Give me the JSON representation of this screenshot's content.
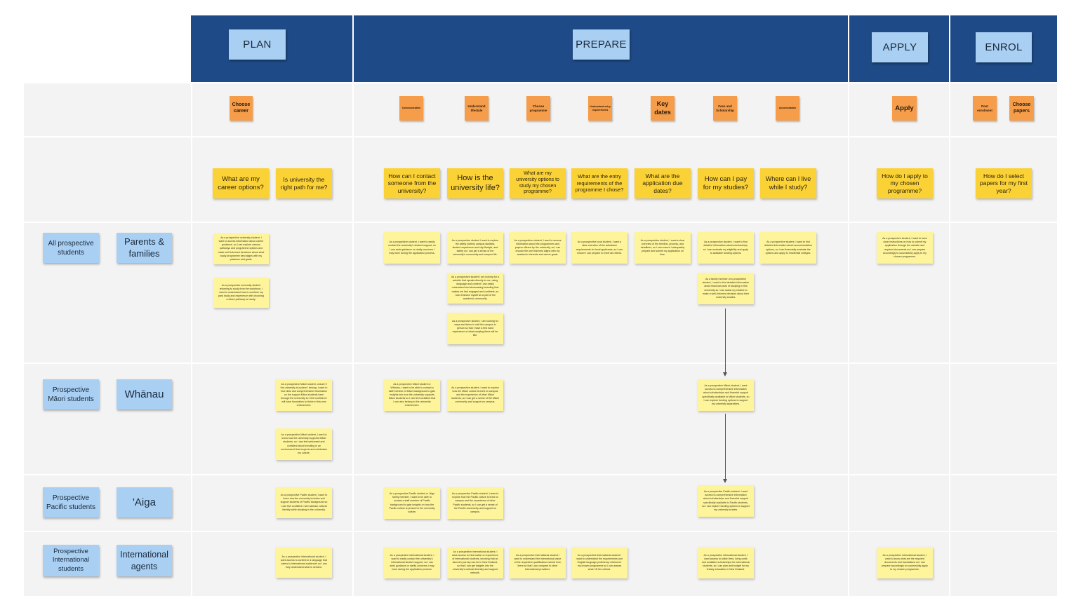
{
  "phases": {
    "plan": "PLAN",
    "prepare": "PREPARE",
    "apply": "APPLY",
    "enrol": "ENROL"
  },
  "steps": {
    "choose_career": "Choose career",
    "communication": "Communication",
    "understand_lifestyle": "Understand lifestyle",
    "choose_programme": "Choose programme",
    "understand_entry": "Understand entry requirements",
    "key_dates": "Key dates",
    "fees_scholarship": "Fees and Scholarship",
    "accomodation": "Accomodation",
    "apply": "Apply",
    "post_enrolment": "Post enrolment",
    "choose_papers": "Choose papers"
  },
  "questions": {
    "career_options": "What are my career options?",
    "right_path": "Is university the right path for me?",
    "contact": "How can I contact someone from the university?",
    "uni_life": "How is the university life?",
    "options": "What are my university options to study my chosen programme?",
    "entry": "What are the entry requirements of the programme I chose?",
    "due_dates": "What are the application due dates?",
    "pay": "How can I pay for my studies?",
    "live": "Where can I live while I study?",
    "apply": "How do I apply to my chosen programme?",
    "papers": "How do I select papers for my first year?"
  },
  "personas": {
    "all_students": "All prospective students",
    "parents": "Parents & families",
    "maori_students": "Prospective Māori students",
    "whanau": "Whānau",
    "pacific_students": "Prospective Pacific students",
    "aiga": "'Aiga",
    "intl_students": "Prospective International students",
    "intl_agents": "International agents"
  },
  "stories": {
    "all_career_1": "As a prospective university student, I want to access information about career guidance, so I can explore various pathways and programme options and make well-informed decisions about what study programme best aligns with my passions and goals.",
    "all_career_2": "As a prospective university student returning to study from the workforce, I want to understand how to combine my past study and experience with choosing a future pathway for study.",
    "all_contact": "As a prospective student, I want to easily contact the university's student support, so I can seek guidance or clarify concerns I may have during the application process.",
    "all_life_1": "As a prospective student I want to explore the safety (within) campus facilities, student experience and city lifestyle, and safety so I can get a sense of the university's community and campus life.",
    "all_life_2": "As a prospective student I am looking for a website that speaks directly to me, using language and content I can easily understand and showcasing branding that makes me feel engaged and confident, so I can envision myself as a part of the academic community.",
    "all_life_3": "As a prospective student, I am looking for ways and times to visit the campus in person so that I have a first hand experience of what studying there will be like.",
    "all_options": "As a prospective student, I want to access information about the programmes and papers offered by the university, so I can choose the one that best aligns with my academic interests and career goals.",
    "all_entry": "As a prospective local student, I want a clear overview of the admission requirements for local applicants, so I can ensure I can prepare to meet all criteria.",
    "all_dates": "As a prospective student, I want a clear overview of the timeline, process, and deadlines, so I can ensure I adequately prepare and submit my application on time.",
    "all_pay_1": "As a prospective student, I want to find detailed information about scholarships, so I can evaluate my eligibility and apply to available funding options.",
    "all_pay_2": "As a family member of a prospective student, I want to find detailed information about financial costs of studying in this university so I can assist my relative to make a well-informed decision about their university studies.",
    "all_live": "As a prospective student, I want to find detailed information about accommodation options, so I can financially evaluate the options and apply to residential colleges.",
    "all_apply": "As a prospective student, I want to have clear instructions on how to submit my application through the website and required documents so I can prepare accordingly to successfully apply to my chosen programme.",
    "maori_path_1": "As a prospective Māori student, unsure if the university is a place I belong, I want to find clear and comprehensive information on the support Māori students have through the university so I feel confident I will have foundation to thrive in this new environment.",
    "maori_path_2": "As a prospective Māori student, I want to know how the university supports Māori students, so I can feel welcomed and confident about enrolling in an environment that respects and celebrates my culture.",
    "maori_contact": "As a prospective Māori student or Whānau, I want to be able to contact a staff member of Māori background to gain insights into how the university supports Māori students so I can feel confident that I can also belong to the university environment.",
    "maori_life": "As a prospective student, I want to explore how the Māori culture is lived on campus and the experience of other Māori students, so I can get a sense of the Māori community and support on campus.",
    "maori_pay": "As a prospective Māori student, I want access to comprehensive information about scholarships and financial support specifically available to Māori students, so I can explore funding options to support my university aspirations.",
    "pacific_path": "As a prospective Pacific student, I want to know how the university includes and support students of Pacific background so I can feel confident I will maintain cultural identity while studying in the university.",
    "pacific_contact": "As a prospective Pacific student or 'Aiga family member, I want to be able to contact a staff member of Pacific background to gain insights on how the Pacific culture is present in the university culture.",
    "pacific_life": "As a prospective Pacific student, I want to explore how the Pacific culture is lived on campus and the experience of other Pacific students, so I can get a sense of the Pacific community and support on campus.",
    "pacific_pay": "As a prospective Pacific student, I want access to comprehensive information about scholarships and financial support specifically available to Pacific students, so I can explore funding options to support my university studies.",
    "intl_path": "As a prospective international student, I want access to content in a language that caters to international audiences so I can fully understand what is needed.",
    "intl_contact": "As a prospective international student, I want to easily contact the university's international student support, so I can seek guidance or clarify concerns I may have during the application process.",
    "intl_life": "As a prospective international student, I want access to information on experience of international students, knowing that an alumni's journey can be in New Zealand, so that I can get insights into the university's cultural diversity and support network.",
    "intl_options": "As a prospective international student I want to understand the international value of the respective qualification earned from there so that I can compare to other international providers.",
    "intl_entry": "As a prospective international student I want to understand the requirements and English language proficiency criteria for my chosen programme so I can assess what I fit the criteria.",
    "intl_pay": "As a prospective international student, I want access to tuition fees, living costs and available scholarships for international students, so I can plan and budget for my tertiary education in New Zealand.",
    "intl_apply": "As a prospective international student, I want to know what are the required documents and translations so I can prepare accordingly to successfully apply to my chosen programme."
  },
  "colors": {
    "header": "#1e4a87",
    "phase_note": "#a9cff3",
    "step_note": "#f59d4a",
    "question_note": "#fbd236",
    "story_note": "#fdf49c",
    "grid": "#f3f3f3"
  }
}
